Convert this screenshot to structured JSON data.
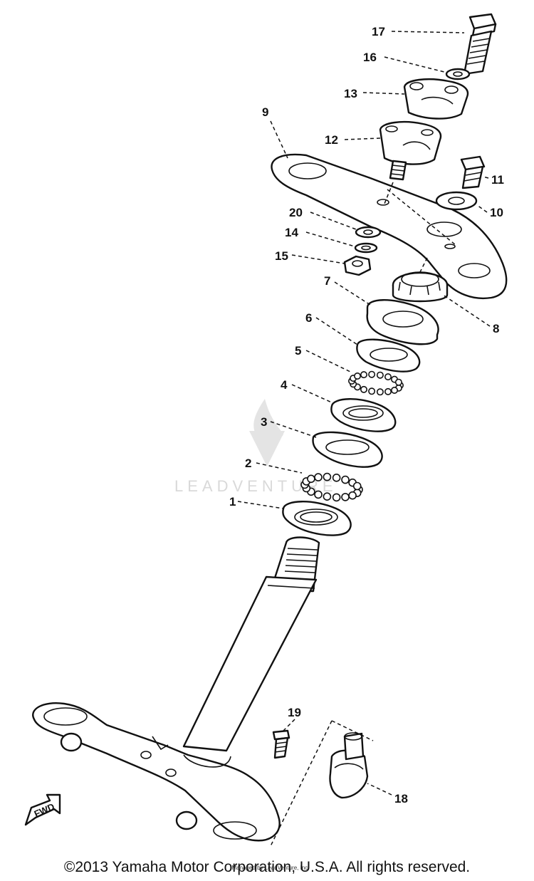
{
  "callouts": [
    {
      "id": "17",
      "label": "17"
    },
    {
      "id": "16",
      "label": "16"
    },
    {
      "id": "13",
      "label": "13"
    },
    {
      "id": "12",
      "label": "12"
    },
    {
      "id": "9",
      "label": "9"
    },
    {
      "id": "11",
      "label": "11"
    },
    {
      "id": "10",
      "label": "10"
    },
    {
      "id": "20",
      "label": "20"
    },
    {
      "id": "14",
      "label": "14"
    },
    {
      "id": "15",
      "label": "15"
    },
    {
      "id": "7",
      "label": "7"
    },
    {
      "id": "8",
      "label": "8"
    },
    {
      "id": "6",
      "label": "6"
    },
    {
      "id": "5",
      "label": "5"
    },
    {
      "id": "4",
      "label": "4"
    },
    {
      "id": "3",
      "label": "3"
    },
    {
      "id": "2",
      "label": "2"
    },
    {
      "id": "1",
      "label": "1"
    },
    {
      "id": "19",
      "label": "19"
    },
    {
      "id": "18",
      "label": "18"
    }
  ],
  "direction_label": "FWD",
  "watermark": "LEADVENTURE",
  "copyright": "©2013 Yamaha Motor Corporation, U.S.A. All rights reserved.",
  "credit": "Managed by LeadVenture, Inc."
}
